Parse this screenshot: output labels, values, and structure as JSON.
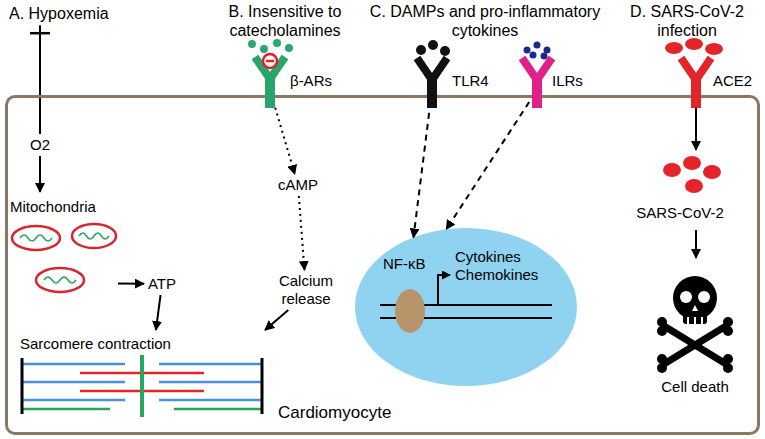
{
  "diagram": {
    "nodes": [
      {
        "text": [
          "A. Hypoxemia"
        ]
      },
      {
        "text": [
          "β-ARs"
        ]
      },
      {
        "text": [
          "TLR4"
        ]
      },
      {
        "text": [
          "ILRs"
        ]
      },
      {
        "text": [
          "ACE2"
        ]
      },
      {
        "text": [
          "Cardiomyocyte"
        ]
      },
      {
        "text": [
          "O2"
        ],
        "in": 5
      },
      {
        "text": [
          "Mitochondria"
        ],
        "in": 5
      },
      {
        "text": [
          "ATP"
        ],
        "in": 5
      },
      {
        "text": [
          "Sarcomere contraction"
        ],
        "in": 5
      },
      {
        "text": [
          "cAMP"
        ],
        "in": 5
      },
      {
        "text": [
          "Calcium release"
        ],
        "in": 5
      },
      {
        "text": [
          "NF-κB",
          "Cytokines Chemokines"
        ],
        "in": 5
      },
      {
        "text": [
          "SARS-CoV-2"
        ],
        "in": 5
      },
      {
        "text": [
          "Cell death"
        ],
        "in": 5
      }
    ],
    "edges": [
      {
        "from": 0,
        "to": 6,
        "arrow": "none"
      },
      {
        "from": 6,
        "to": 7,
        "arrow": "to"
      },
      {
        "from": 7,
        "to": 8,
        "arrow": "to"
      },
      {
        "from": 8,
        "to": 9,
        "arrow": "to"
      },
      {
        "from": 1,
        "to": 10,
        "arrow": "to"
      },
      {
        "from": 10,
        "to": 11,
        "arrow": "to"
      },
      {
        "from": 11,
        "to": 9,
        "arrow": "to"
      },
      {
        "from": 2,
        "to": 12,
        "arrow": "to"
      },
      {
        "from": 3,
        "to": 12,
        "arrow": "to"
      },
      {
        "from": 4,
        "to": 13,
        "arrow": "to"
      },
      {
        "from": 13,
        "to": 14,
        "arrow": "to"
      }
    ],
    "labels": [
      "B. Insensitive to catecholamines",
      "C. DAMPs and pro-inflammatory cytokines",
      "D. SARS-CoV-2 infection"
    ]
  }
}
